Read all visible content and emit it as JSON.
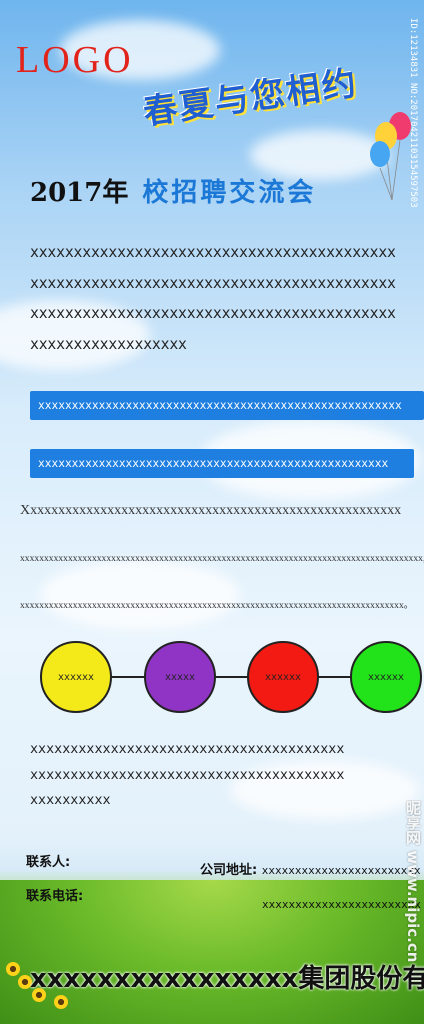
{
  "header": {
    "logo": "LOGO",
    "slogan": "春夏与您相约",
    "side_code": "ID:12134831 NO:20170421103154597503"
  },
  "title": {
    "year": "2017年",
    "event": "校招聘交流会"
  },
  "intro_paragraph": {
    "lines": [
      "xxxxxxxxxxxxxxxxxxxxxxxxxxxxxxxxxxxxxxxxxx",
      "xxxxxxxxxxxxxxxxxxxxxxxxxxxxxxxxxxxxxxxxxx",
      "xxxxxxxxxxxxxxxxxxxxxxxxxxxxxxxxxxxxxxxxxx",
      "xxxxxxxxxxxxxxxxxx"
    ]
  },
  "highlight_bars": [
    "xxxxxxxxxxxxxxxxxxxxxxxxxxxxxxxxxxxxxxxxxxxxxxxxxxxxxx",
    "xxxxxxxxxxxxxxxxxxxxxxxxxxxxxxxxxxxxxxxxxxxxxxxxxxxx"
  ],
  "detail_lines": [
    "Xxxxxxxxxxxxxxxxxxxxxxxxxxxxxxxxxxxxxxxxxxxxxxxxxxxxxx",
    "xxxxxxxxxxxxxxxxxxxxxxxxxxxxxxxxxxxxxxxxxxxxxxxxxxxxxxxxxxxxxxxxxxxxxxxxxxxxxxxxxxxx,",
    "xxxxxxxxxxxxxxxxxxxxxxxxxxxxxxxxxxxxxxxxxxxxxxxxxxxxxxxxxxxxxxxxxxxxxxxxxxxxxxxx。"
  ],
  "process_steps": [
    {
      "label": "xxxxxx",
      "color": "#f4ea1a"
    },
    {
      "label": "xxxxx",
      "color": "#8f34c4"
    },
    {
      "label": "xxxxxx",
      "color": "#f21a12"
    },
    {
      "label": "xxxxxx",
      "color": "#22e21a"
    }
  ],
  "closing_paragraph": {
    "lines": [
      "xxxxxxxxxxxxxxxxxxxxxxxxxxxxxxxxxxxxxxx",
      "xxxxxxxxxxxxxxxxxxxxxxxxxxxxxxxxxxxxxxx",
      "xxxxxxxxxx"
    ]
  },
  "contact": {
    "person_label": "联系人:",
    "phone_label": "联系电话:",
    "address_label": "公司地址:",
    "address_line1": "xxxxxxxxxxxxxxxxxxxxxxxx",
    "address_line2": "xxxxxxxxxxxxxxxxxxxxxxxx"
  },
  "footer": {
    "company": "xxxxxxxxxxxxxxxx集团股份有限司",
    "watermark": "昵享网 www.nipic.cn"
  },
  "colors": {
    "accent_blue": "#1f7fe0",
    "logo_red": "#e2231a",
    "title_blue": "#1b78d6"
  }
}
